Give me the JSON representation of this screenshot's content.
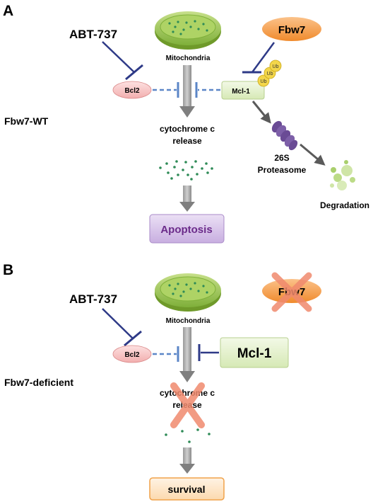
{
  "colors": {
    "inhibit_line": "#2e3a87",
    "dashed_line": "#5b86c7",
    "arrow": "#7f7f7f",
    "fbw7_fill": "#f6a04e",
    "bcl2_fill": "#f5c5c5",
    "mcl1_fill": "#e6f2d0",
    "mito_fill": "#9cc94b",
    "apoptosis_fill": "#d8c6ea",
    "apoptosis_text": "#6b2b8a",
    "survival_fill": "#fde7cc",
    "cross": "#f08a6e",
    "ub_fill": "#f3d64a",
    "dot": "#2e8b57"
  },
  "panel_a": {
    "letter": "A",
    "condition": "Fbw7-WT",
    "abt": "ABT-737",
    "mitochondria": "Mitochondria",
    "fbw7": "Fbw7",
    "bcl2": "Bcl2",
    "mcl1": "Mcl-1",
    "ub": "Ub",
    "release_line1": "cytochrome c",
    "release_line2": "release",
    "proteasome_line1": "26S",
    "proteasome_line2": "Proteasome",
    "degradation": "Degradation",
    "outcome": "Apoptosis"
  },
  "panel_b": {
    "letter": "B",
    "condition": "Fbw7-deficient",
    "abt": "ABT-737",
    "mitochondria": "Mitochondria",
    "fbw7": "Fbw7",
    "bcl2": "Bcl2",
    "mcl1": "Mcl-1",
    "release_line1": "cytochrome c",
    "release_line2": "release",
    "outcome": "survival"
  }
}
